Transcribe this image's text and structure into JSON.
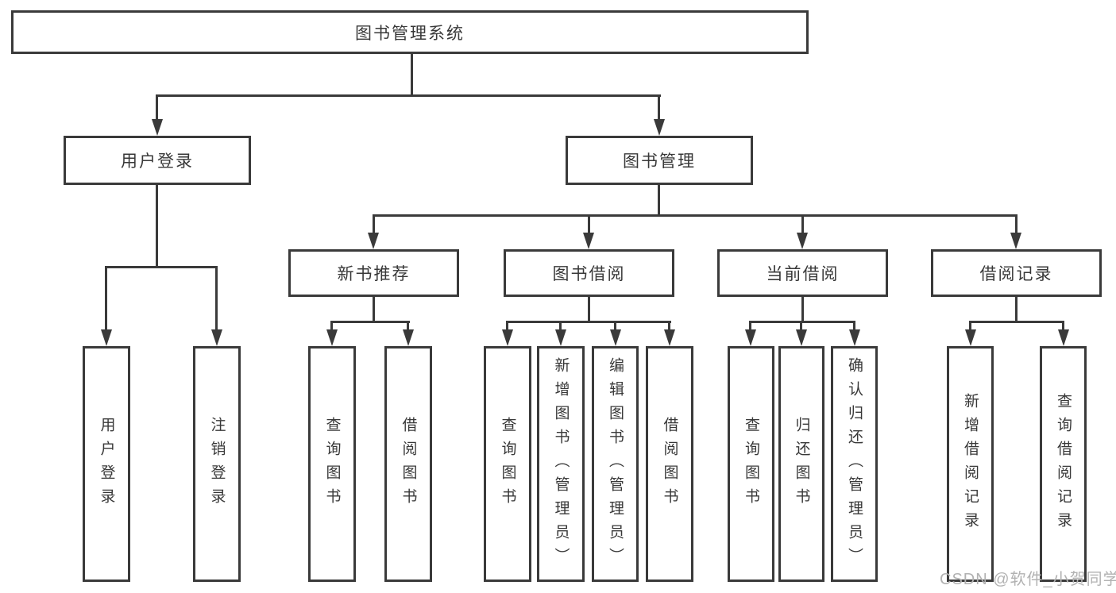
{
  "colors": {
    "line": "#3a3a3a",
    "box_border": "#3a3a3a",
    "text": "#383838",
    "watermark": "#b2b2b2",
    "background": "#ffffff"
  },
  "watermark": {
    "text": "CSDN @软件_小贺同学"
  },
  "tree": {
    "root": {
      "label": "图书管理系统"
    },
    "level2": [
      {
        "label": "用户登录"
      },
      {
        "label": "图书管理"
      }
    ],
    "level3": [
      {
        "label": "新书推荐",
        "parent": "图书管理"
      },
      {
        "label": "图书借阅",
        "parent": "图书管理"
      },
      {
        "label": "当前借阅",
        "parent": "图书管理"
      },
      {
        "label": "借阅记录",
        "parent": "图书管理"
      }
    ],
    "leaves": [
      {
        "label": "用户登录",
        "parent": "用户登录"
      },
      {
        "label": "注销登录",
        "parent": "用户登录"
      },
      {
        "label": "查询图书",
        "parent": "新书推荐"
      },
      {
        "label": "借阅图书",
        "parent": "新书推荐"
      },
      {
        "label": "查询图书",
        "parent": "图书借阅"
      },
      {
        "label": "新增图书（管理员）",
        "parent": "图书借阅"
      },
      {
        "label": "编辑图书（管理员）",
        "parent": "图书借阅"
      },
      {
        "label": "借阅图书",
        "parent": "图书借阅"
      },
      {
        "label": "查询图书",
        "parent": "当前借阅"
      },
      {
        "label": "归还图书",
        "parent": "当前借阅"
      },
      {
        "label": "确认归还（管理员）",
        "parent": "当前借阅"
      },
      {
        "label": "新增借阅记录",
        "parent": "借阅记录"
      },
      {
        "label": "查询借阅记录",
        "parent": "借阅记录"
      }
    ]
  }
}
